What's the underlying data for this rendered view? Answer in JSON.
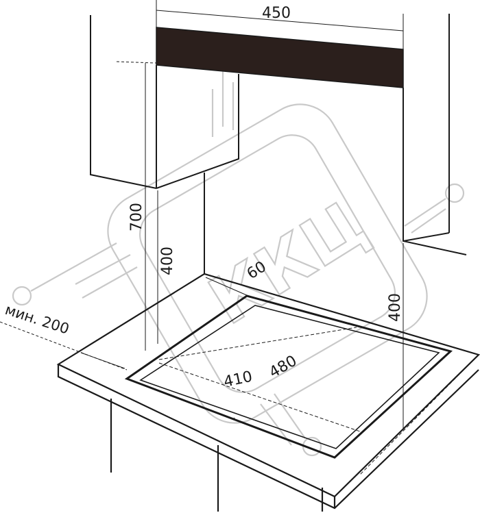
{
  "diagram": {
    "dimensions": {
      "hood_width": "450",
      "height_to_hood": "700",
      "height_to_cabinet_left": "400",
      "height_to_cabinet_right": "400",
      "front_offset": "60",
      "side_clearance": "мин. 200",
      "cutout_depth": "410",
      "cutout_width": "480"
    },
    "watermark": "ККЦ",
    "colors": {
      "line": "#1a1a1a",
      "hood_band": "#2b1f1c",
      "watermark": "#c9c9c9"
    }
  }
}
